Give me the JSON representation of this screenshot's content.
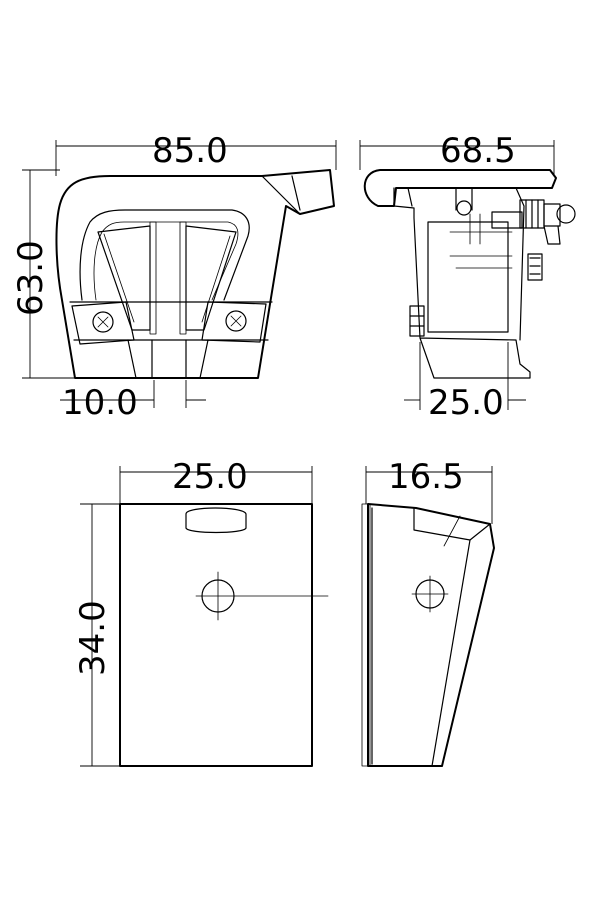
{
  "dimensions": {
    "front_width": "85.0",
    "front_height": "63.0",
    "front_gap": "10.0",
    "side_width": "68.5",
    "side_depth": "25.0",
    "pad_width": "25.0",
    "pad_height": "34.0",
    "pad_side_width": "16.5"
  },
  "colors": {
    "line": "#000000",
    "background": "#ffffff"
  }
}
